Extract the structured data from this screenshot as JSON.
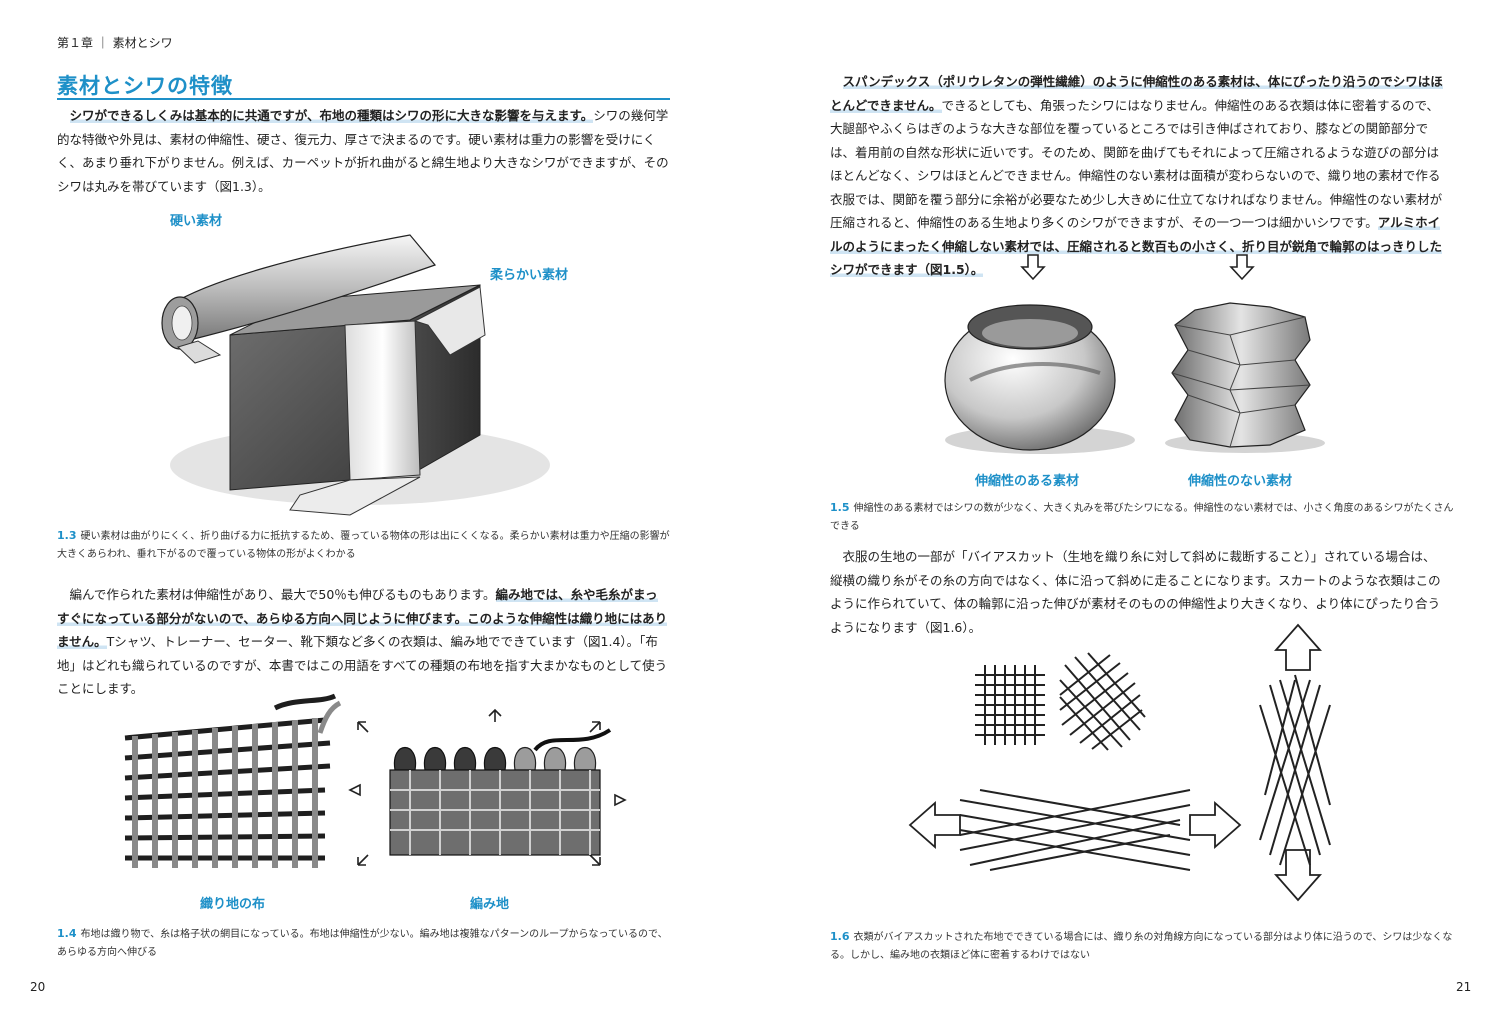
{
  "left_page": {
    "chapter": "第１章 ｜ 素材とシワ",
    "title": "素材とシワの特徴",
    "para1": {
      "s1": "シワができるしくみは基本的に共通ですが、布地の種類はシワの形に大きな影響を与えます。",
      "s2": "シワの幾何学的な特徴や外見は、素材の伸縮性、硬さ、復元力、厚さで決まるのです。硬い素材は重力の影響を受けにくく、あまり垂れ下がりません。例えば、カーペットが折れ曲がると綿生地より大きなシワができますが、そのシワは丸みを帯びています（図1.3）。"
    },
    "fig13": {
      "label_hard": "硬い素材",
      "label_soft": "柔らかい素材",
      "num": "1.3",
      "caption": "硬い素材は曲がりにくく、折り曲げる力に抵抗するため、覆っている物体の形は出にくくなる。柔らかい素材は重力や圧縮の影響が大きくあらわれ、垂れ下がるので覆っている物体の形がよくわかる"
    },
    "para2": {
      "s1": "編んで作られた素材は伸縮性があり、最大で50％も伸びるものもあります。",
      "s2": "編み地では、糸や毛糸がまっすぐになっている部分がないので、あらゆる方向へ同じように伸びます。このような伸縮性は織り地にはありません。",
      "s3": "Tシャツ、トレーナー、セーター、靴下類など多くの衣類は、編み地でできています（図1.4）。「布地」はどれも織られているのですが、本書ではこの用語をすべての種類の布地を指す大まかなものとして使うことにします。"
    },
    "fig14": {
      "label_woven": "織り地の布",
      "label_knit": "編み地",
      "num": "1.4",
      "caption": "布地は織り物で、糸は格子状の網目になっている。布地は伸縮性が少ない。編み地は複雑なパターンのループからなっているので、あらゆる方向へ伸びる"
    },
    "folio": "20"
  },
  "right_page": {
    "para1": {
      "s1": "スパンデックス（ポリウレタンの弾性繊維）のように伸縮性のある素材は、体にぴったり沿うのでシワはほとんどできません。",
      "s2": "できるとしても、角張ったシワにはなりません。伸縮性のある衣類は体に密着するので、大腿部やふくらはぎのような大きな部位を覆っているところでは引き伸ばされており、膝などの関節部分では、着用前の自然な形状に近いです。そのため、関節を曲げてもそれによって圧縮されるような遊びの部分はほとんどなく、シワはほとんどできません。伸縮性のない素材は面積が変わらないので、織り地の素材で作る衣服では、関節を覆う部分に余裕が必要なため少し大きめに仕立てなければなりません。伸縮性のない素材が圧縮されると、伸縮性のある生地より多くのシワができますが、その一つ一つは細かいシワです。",
      "s3": "アルミホイルのようにまったく伸縮しない素材では、圧縮されると数百もの小さく、折り目が鋭角で輪郭のはっきりしたシワができます（図1.5）。"
    },
    "fig15": {
      "label_stretch": "伸縮性のある素材",
      "label_nostretch": "伸縮性のない素材",
      "num": "1.5",
      "caption": "伸縮性のある素材ではシワの数が少なく、大きく丸みを帯びたシワになる。伸縮性のない素材では、小さく角度のあるシワがたくさんできる"
    },
    "para2": "衣服の生地の一部が「バイアスカット（生地を織り糸に対して斜めに裁断すること）」されている場合は、縦横の織り糸がその糸の方向ではなく、体に沿って斜めに走ることになります。スカートのような衣類はこのように作られていて、体の輪郭に沿った伸びが素材そのものの伸縮性より大きくなり、より体にぴったり合うようになります（図1.6）。",
    "fig16": {
      "num": "1.6",
      "caption": "衣類がバイアスカットされた布地でできている場合には、織り糸の対角線方向になっている部分はより体に沿うので、シワは少なくなる。しかし、編み地の衣類ほど体に密着するわけではない"
    },
    "folio": "21"
  },
  "colors": {
    "accent": "#1e90c8",
    "highlight": "#cfe4f3",
    "text": "#222222"
  }
}
